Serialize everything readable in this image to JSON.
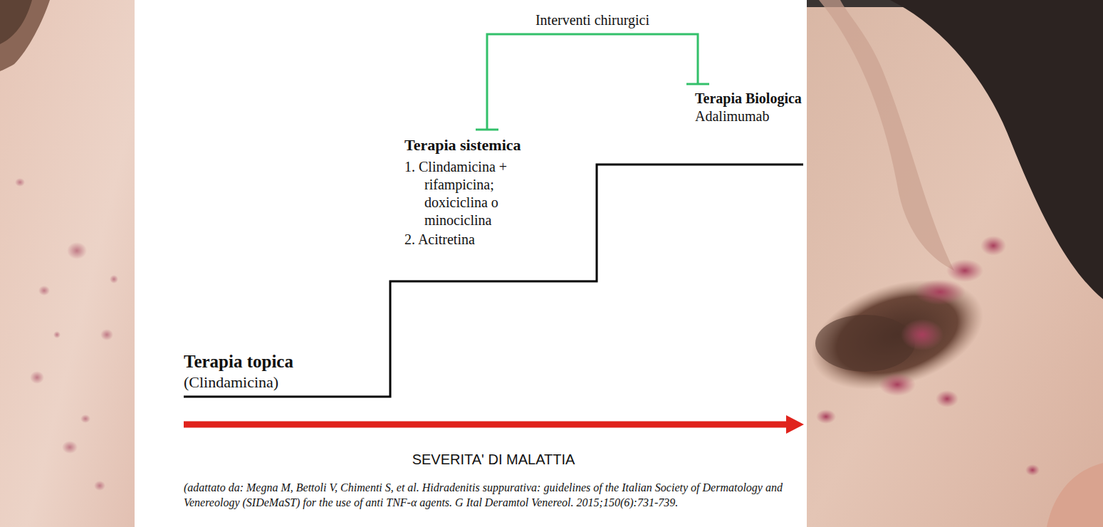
{
  "diagram": {
    "nodes": [
      {
        "text": [
          "Terapia topica",
          "(Clindamicina)"
        ]
      },
      {
        "text": [
          "Terapia sistemica",
          "1. Clindamicina + rifampicina; doxiciclina o minociclina",
          "2. Acitretina"
        ]
      },
      {
        "text": [
          "Terapia Biologica",
          "Adalimumab"
        ]
      }
    ],
    "edges": [
      {
        "from": 1,
        "to": 2,
        "arrow": "none",
        "label": "Interventi chirurgici"
      }
    ],
    "labels": [
      "SEVERITA' DI MALATTIA",
      "(adattato da: Megna M, Bettoli V, Chimenti S, et al. Hidradenitis suppurativa: guidelines of the Italian Society of Dermatology and Venereology (SIDeMaST) for the use of anti TNF-α agents. G Ital Deramtol Venereol. 2015;150(6):731-739."
    ]
  }
}
